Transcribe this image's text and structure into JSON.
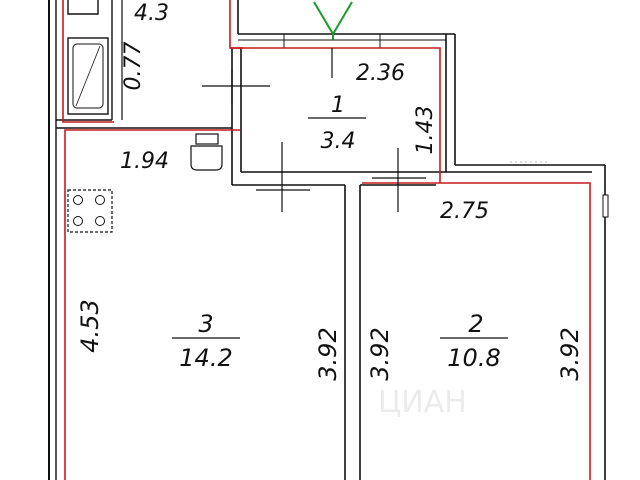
{
  "plan": {
    "rooms": [
      {
        "number": "1",
        "area": "3.4"
      },
      {
        "number": "2",
        "area": "10.8"
      },
      {
        "number": "3",
        "area": "14.2"
      }
    ],
    "dimensions": {
      "top_left": "4.3",
      "bath_height": "0.77",
      "hall_width": "2.36",
      "hall_height": "1.43",
      "kitchen_top_width": "1.94",
      "bedroom_top_width": "2.75",
      "kitchen_left_height": "4.53",
      "kitchen_right_height": "3.92",
      "bedroom_left_height": "3.92",
      "bedroom_right_height": "3.92"
    },
    "colors": {
      "boundary": "#c61c1c",
      "entrance_marker": "#1a9a2a",
      "wall": "#111111"
    },
    "icons": [
      "entrance-arrow-icon",
      "bathtub-icon",
      "stove-icon",
      "toilet-icon"
    ]
  }
}
